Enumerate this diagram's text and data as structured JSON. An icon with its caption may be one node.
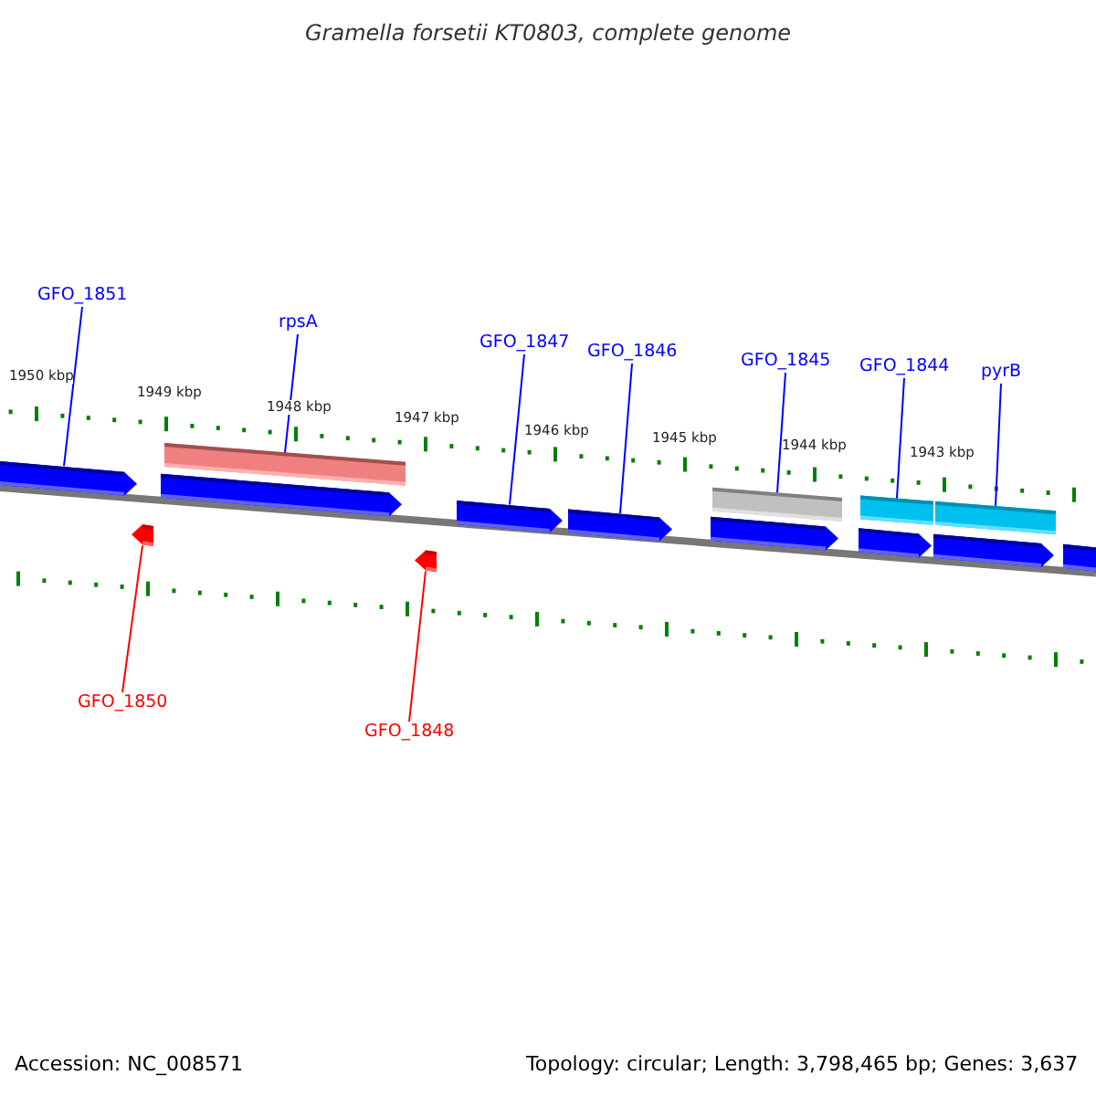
{
  "diagram": {
    "title": "Gramella forsetii KT0803, complete genome",
    "nodes": [
      {
        "text": [
          "GFO_1851"
        ]
      },
      {
        "text": [],
        "shape": "arrow"
      },
      {
        "text": [
          "rpsA"
        ]
      },
      {
        "text": [],
        "shape": "bar"
      },
      {
        "text": [
          "GFO_1847"
        ]
      },
      {
        "text": [],
        "shape": "arrow"
      },
      {
        "text": [
          "GFO_1846"
        ]
      },
      {
        "text": [],
        "shape": "arrow"
      },
      {
        "text": [
          "GFO_1845"
        ]
      },
      {
        "text": [],
        "shape": "bar"
      },
      {
        "text": [
          "GFO_1844"
        ]
      },
      {
        "text": [],
        "shape": "bar"
      },
      {
        "text": [
          "pyrB"
        ]
      },
      {
        "text": [],
        "shape": "bar"
      },
      {
        "text": [
          "GFO_1850"
        ]
      },
      {
        "text": [],
        "shape": "arrow"
      },
      {
        "text": [
          "GFO_1848"
        ]
      },
      {
        "text": [],
        "shape": "arrow"
      },
      {
        "text": [],
        "shape": "arrow"
      },
      {
        "text": [],
        "shape": "arrow"
      },
      {
        "text": [],
        "shape": "arrow"
      },
      {
        "text": [],
        "shape": "arrow"
      },
      {
        "text": [],
        "shape": "arrow"
      }
    ],
    "edges": [
      {
        "from": 0,
        "to": 1,
        "arrow": "none"
      },
      {
        "from": 2,
        "to": 3,
        "arrow": "none"
      },
      {
        "from": 4,
        "to": 5,
        "arrow": "none"
      },
      {
        "from": 6,
        "to": 7,
        "arrow": "none"
      },
      {
        "from": 8,
        "to": 9,
        "arrow": "none"
      },
      {
        "from": 10,
        "to": 11,
        "arrow": "none"
      },
      {
        "from": 12,
        "to": 13,
        "arrow": "none"
      },
      {
        "from": 14,
        "to": 15,
        "arrow": "none",
        "color": "#ff0000"
      },
      {
        "from": 16,
        "to": 17,
        "arrow": "none",
        "color": "#ff0000"
      }
    ],
    "labels": [
      "1950 kbp",
      "1949 kbp",
      "1948 kbp",
      "1947 kbp",
      "1946 kbp",
      "1945 kbp",
      "1944 kbp",
      "1943 kbp",
      "Accession: NC_008571",
      "Topology: circular; Length: 3,798,465 bp; Genes: 3,637"
    ]
  }
}
